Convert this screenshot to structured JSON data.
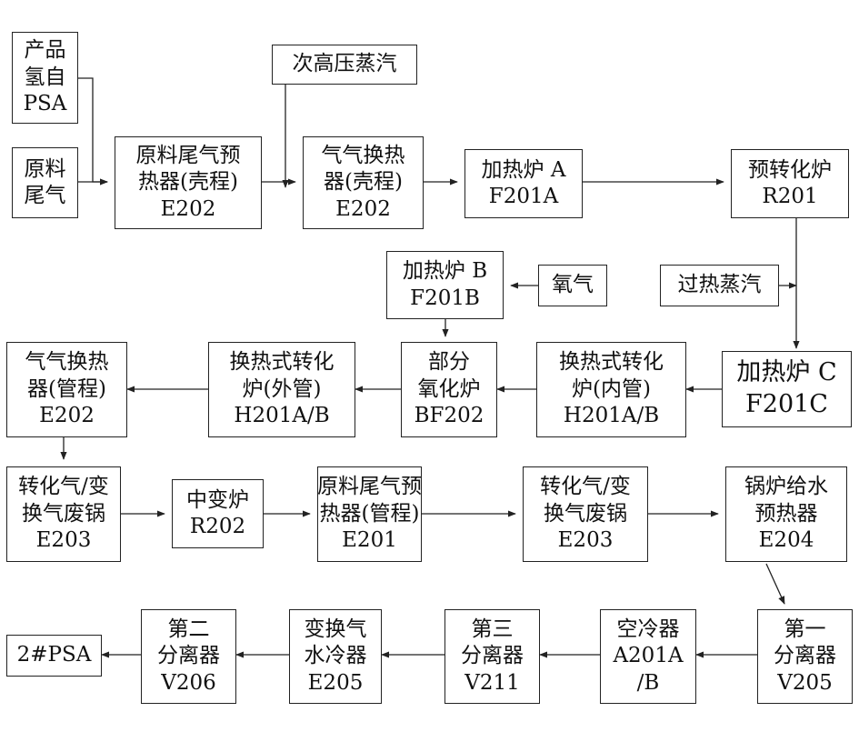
{
  "nodes": {
    "product_h2": [
      "产品",
      "氢自",
      "PSA"
    ],
    "raw_tail_gas": [
      "原料",
      "尾气"
    ],
    "secondary_hp_steam": [
      "次高压蒸汽"
    ],
    "e202_shell_preheat": [
      "原料尾气预",
      "热器(壳程)",
      "E202"
    ],
    "e202_shell_exchanger": [
      "气气换热",
      "器(壳程)",
      "E202"
    ],
    "f201a": [
      "加热炉 A",
      "F201A"
    ],
    "r201": [
      "预转化炉",
      "R201"
    ],
    "f201b": [
      "加热炉 B",
      "F201B"
    ],
    "oxygen": [
      "氧气"
    ],
    "superheated_steam": [
      "过热蒸汽"
    ],
    "e202_tube_exchanger": [
      "气气换热",
      "器(管程)",
      "E202"
    ],
    "h201_outer": [
      "换热式转化",
      "炉(外管)",
      "H201A/B"
    ],
    "bf202": [
      "部分",
      "氧化炉",
      "BF202"
    ],
    "h201_inner": [
      "换热式转化",
      "炉(内管)",
      "H201A/B"
    ],
    "f201c": [
      "加热炉 C",
      "F201C"
    ],
    "e203_first": [
      "转化气/变",
      "换气废锅",
      "E203"
    ],
    "r202": [
      "中变炉",
      "R202"
    ],
    "e201": [
      "原料尾气预",
      "热器(管程)",
      "E201"
    ],
    "e203_second": [
      "转化气/变",
      "换气废锅",
      "E203"
    ],
    "e204": [
      "锅炉给水",
      "预热器",
      "E204"
    ],
    "psa2": [
      "2#PSA"
    ],
    "v206": [
      "第二",
      "分离器",
      "V206"
    ],
    "e205": [
      "变换气",
      "水冷器",
      "E205"
    ],
    "v211": [
      "第三",
      "分离器",
      "V211"
    ],
    "a201": [
      "空冷器",
      "A201A",
      "/B"
    ],
    "v205": [
      "第一",
      "分离器",
      "V205"
    ]
  }
}
